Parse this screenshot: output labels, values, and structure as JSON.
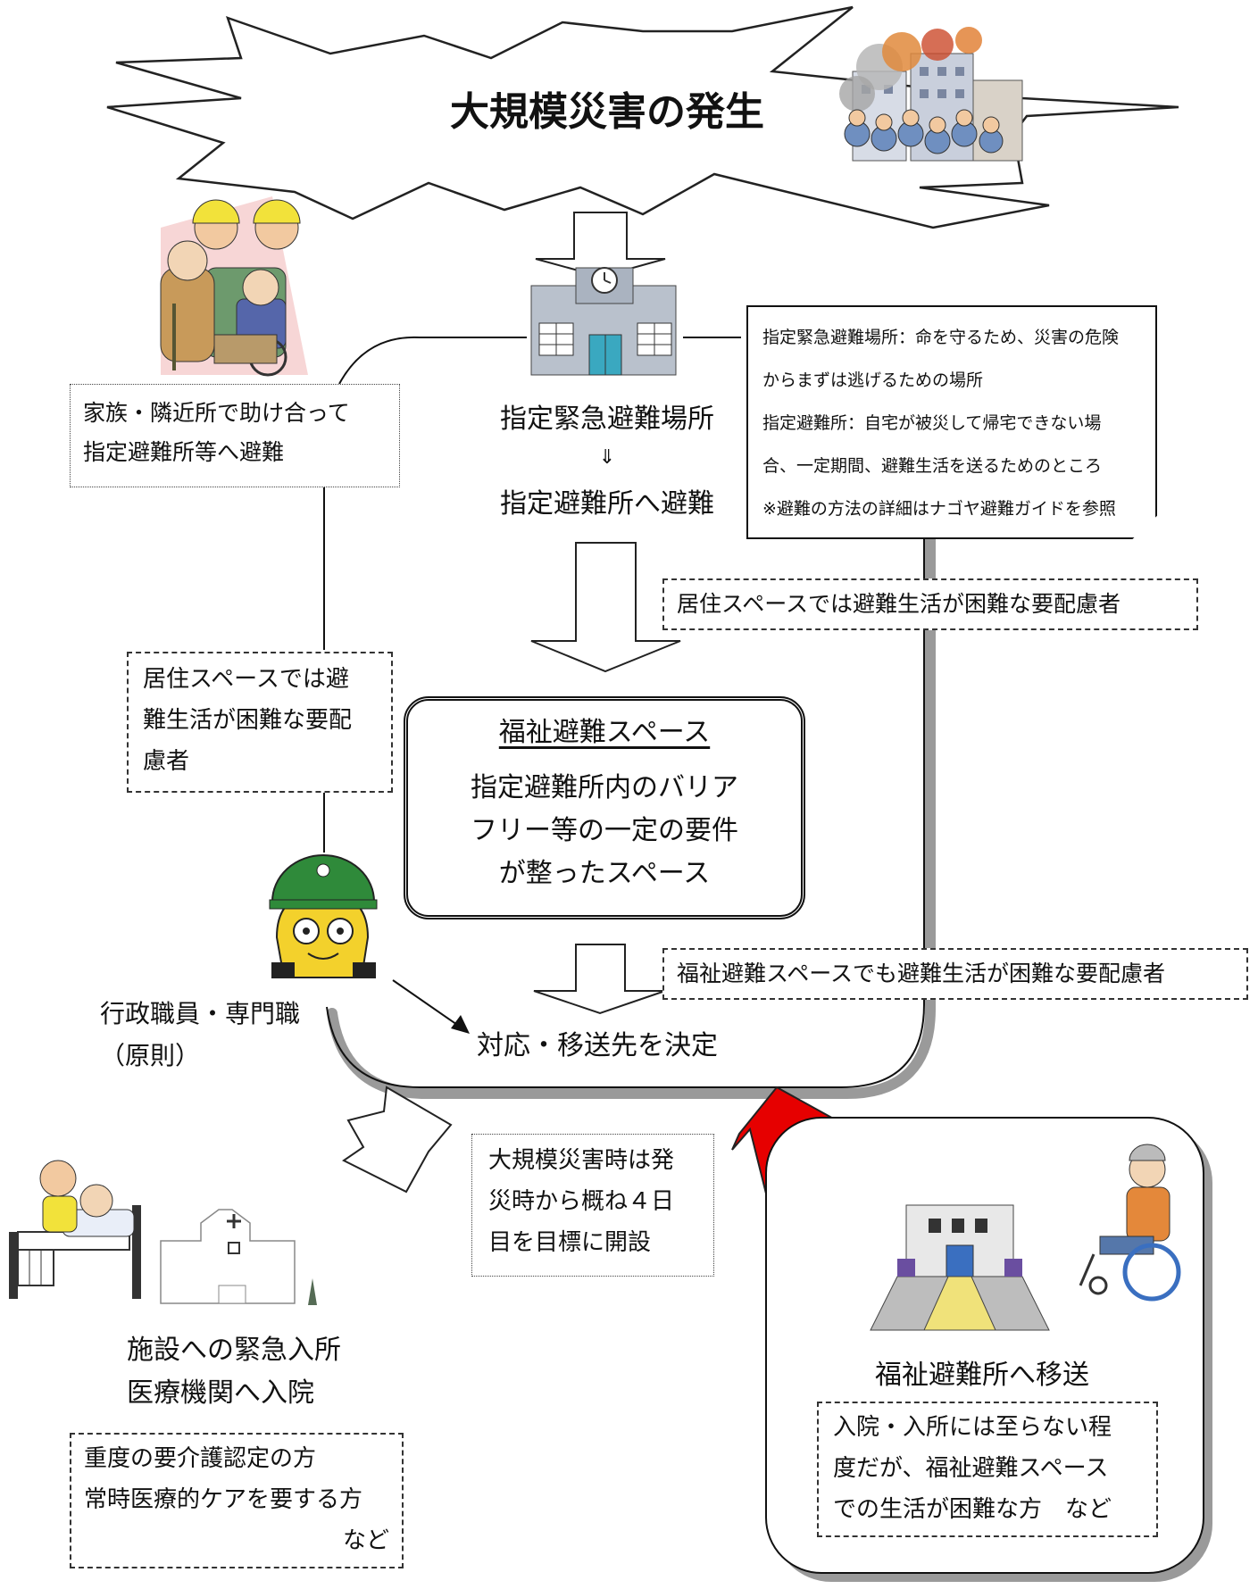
{
  "title": "大規模災害の発生",
  "shelter_primary": "指定緊急避難場所",
  "shelter_arrow": "⇓",
  "shelter_secondary": "指定避難所へ避難",
  "mutual_help": [
    "家族・隣近所で助け合って",
    "指定避難所等へ避難"
  ],
  "definition_note": [
    "指定緊急避難場所：命を守るため、災害の危険",
    "からまずは逃げるための場所",
    "指定避難所：自宅が被災して帰宅できない場",
    "合、一定期間、避難生活を送るためのところ",
    "※避難の方法の詳細はナゴヤ避難ガイドを参照"
  ],
  "residential_difficult_right": "居住スペースでは避難生活が困難な要配慮者",
  "residential_difficult_left": [
    "居住スペースでは避",
    "難生活が困難な要配",
    "慮者"
  ],
  "welfare_space": {
    "title": "福祉避難スペース",
    "desc": [
      "指定避難所内のバリア",
      "フリー等の一定の要件",
      "が整ったスペース"
    ]
  },
  "welfare_space_difficult": "福祉避難スペースでも避難生活が困難な要配慮者",
  "staff": [
    "行政職員・専門職",
    "（原則）"
  ],
  "decision": "対応・移送先を決定",
  "opening_note": [
    "大規模災害時は発",
    "災時から概ね４日",
    "目を目標に開設"
  ],
  "facility": [
    "施設への緊急入所",
    "医療機関へ入院"
  ],
  "severe_note": [
    "重度の要介護認定の方",
    "常時医療的ケアを要する方",
    "など"
  ],
  "welfare_shelter": "福祉避難所へ移送",
  "welfare_shelter_note": [
    "入院・入所には至らない程",
    "度だが、福祉避難スペース",
    "での生活が困難な方　など"
  ],
  "colors": {
    "red_arrow": "#e60000",
    "shadow": "#9a9a9a",
    "line": "#111111"
  }
}
